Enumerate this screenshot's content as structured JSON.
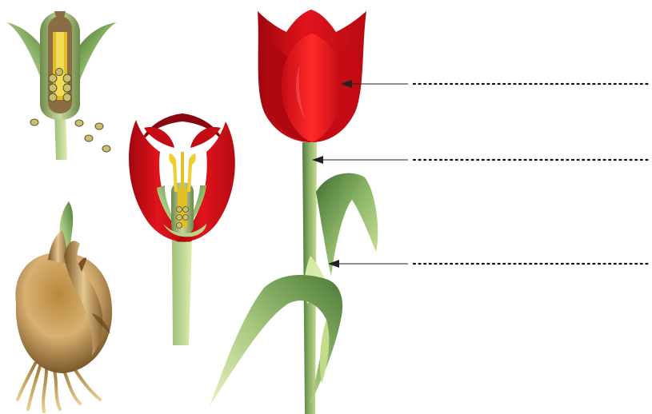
{
  "diagram": {
    "title": "",
    "labels": [
      {
        "id": "flower",
        "text": ""
      },
      {
        "id": "stem",
        "text": ""
      },
      {
        "id": "leaf",
        "text": ""
      }
    ],
    "colors": {
      "petal_dark": "#a0060e",
      "petal": "#e0141c",
      "petal_light": "#ff3b3b",
      "stem_dark": "#4f7a3a",
      "stem_light": "#c7dc8e",
      "leaf_dark": "#3f6e2f",
      "leaf_light": "#b8d48a",
      "bulb_dark": "#6b4a1d",
      "bulb_light": "#d8b072",
      "ovary_yellow": "#e2c023",
      "arrow": "#222222"
    }
  }
}
